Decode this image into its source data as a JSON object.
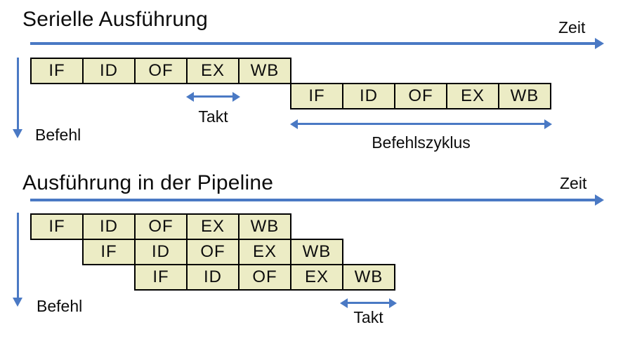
{
  "colors": {
    "background": "#ffffff",
    "box_fill": "#ececc5",
    "box_border": "#000000",
    "arrow": "#4a79c4",
    "text": "#0d0d0d"
  },
  "serial": {
    "title": "Serielle Ausführung",
    "zeit_label": "Zeit",
    "befehl_label": "Befehl",
    "takt_label": "Takt",
    "befehlszyklus_label": "Befehlszyklus",
    "rows": [
      {
        "stages": [
          "IF",
          "ID",
          "OF",
          "EX",
          "WB"
        ]
      },
      {
        "stages": [
          "IF",
          "ID",
          "OF",
          "EX",
          "WB"
        ]
      }
    ]
  },
  "pipeline": {
    "title": "Ausführung in der Pipeline",
    "zeit_label": "Zeit",
    "befehl_label": "Befehl",
    "takt_label": "Takt",
    "rows": [
      {
        "stages": [
          "IF",
          "ID",
          "OF",
          "EX",
          "WB"
        ]
      },
      {
        "stages": [
          "IF",
          "ID",
          "OF",
          "EX",
          "WB"
        ]
      },
      {
        "stages": [
          "IF",
          "ID",
          "OF",
          "EX",
          "WB"
        ]
      }
    ]
  }
}
